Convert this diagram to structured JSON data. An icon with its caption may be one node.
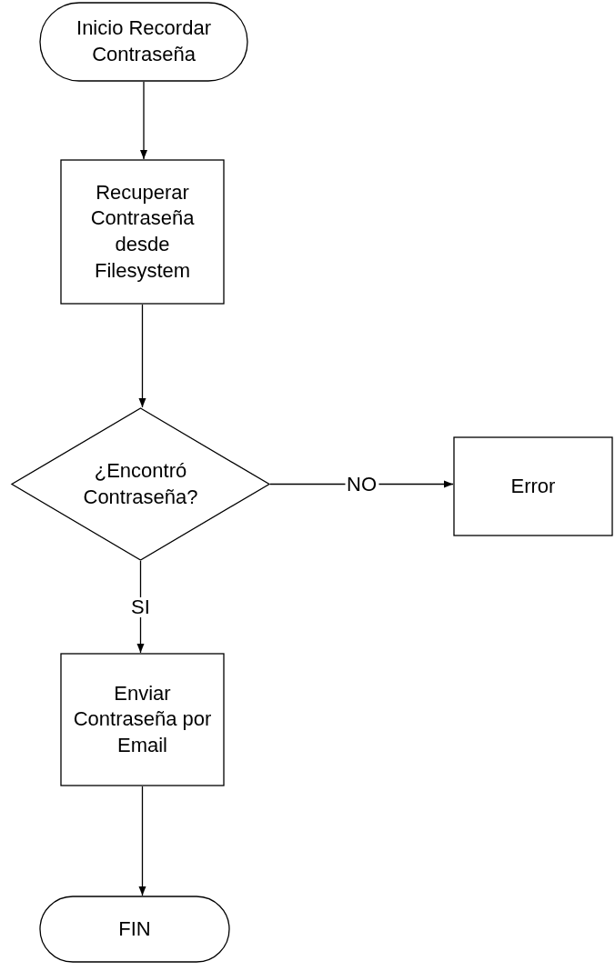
{
  "diagram": {
    "nodes": [
      {
        "text": [
          "Inicio Recordar Contraseña"
        ]
      },
      {
        "text": [
          "Recuperar Contraseña desde Filesystem"
        ]
      },
      {
        "text": [
          "¿Encontró Contraseña?"
        ]
      },
      {
        "text": [
          "Error"
        ]
      },
      {
        "text": [
          "Enviar Contraseña por Email"
        ]
      },
      {
        "text": [
          "FIN"
        ]
      }
    ],
    "edges": [
      {
        "from": 0,
        "to": 1,
        "arrow": "to"
      },
      {
        "from": 1,
        "to": 2,
        "arrow": "to"
      },
      {
        "from": 2,
        "to": 3,
        "arrow": "to",
        "label": "NO"
      },
      {
        "from": 2,
        "to": 4,
        "arrow": "to",
        "label": "SI"
      },
      {
        "from": 4,
        "to": 5,
        "arrow": "to"
      }
    ]
  }
}
